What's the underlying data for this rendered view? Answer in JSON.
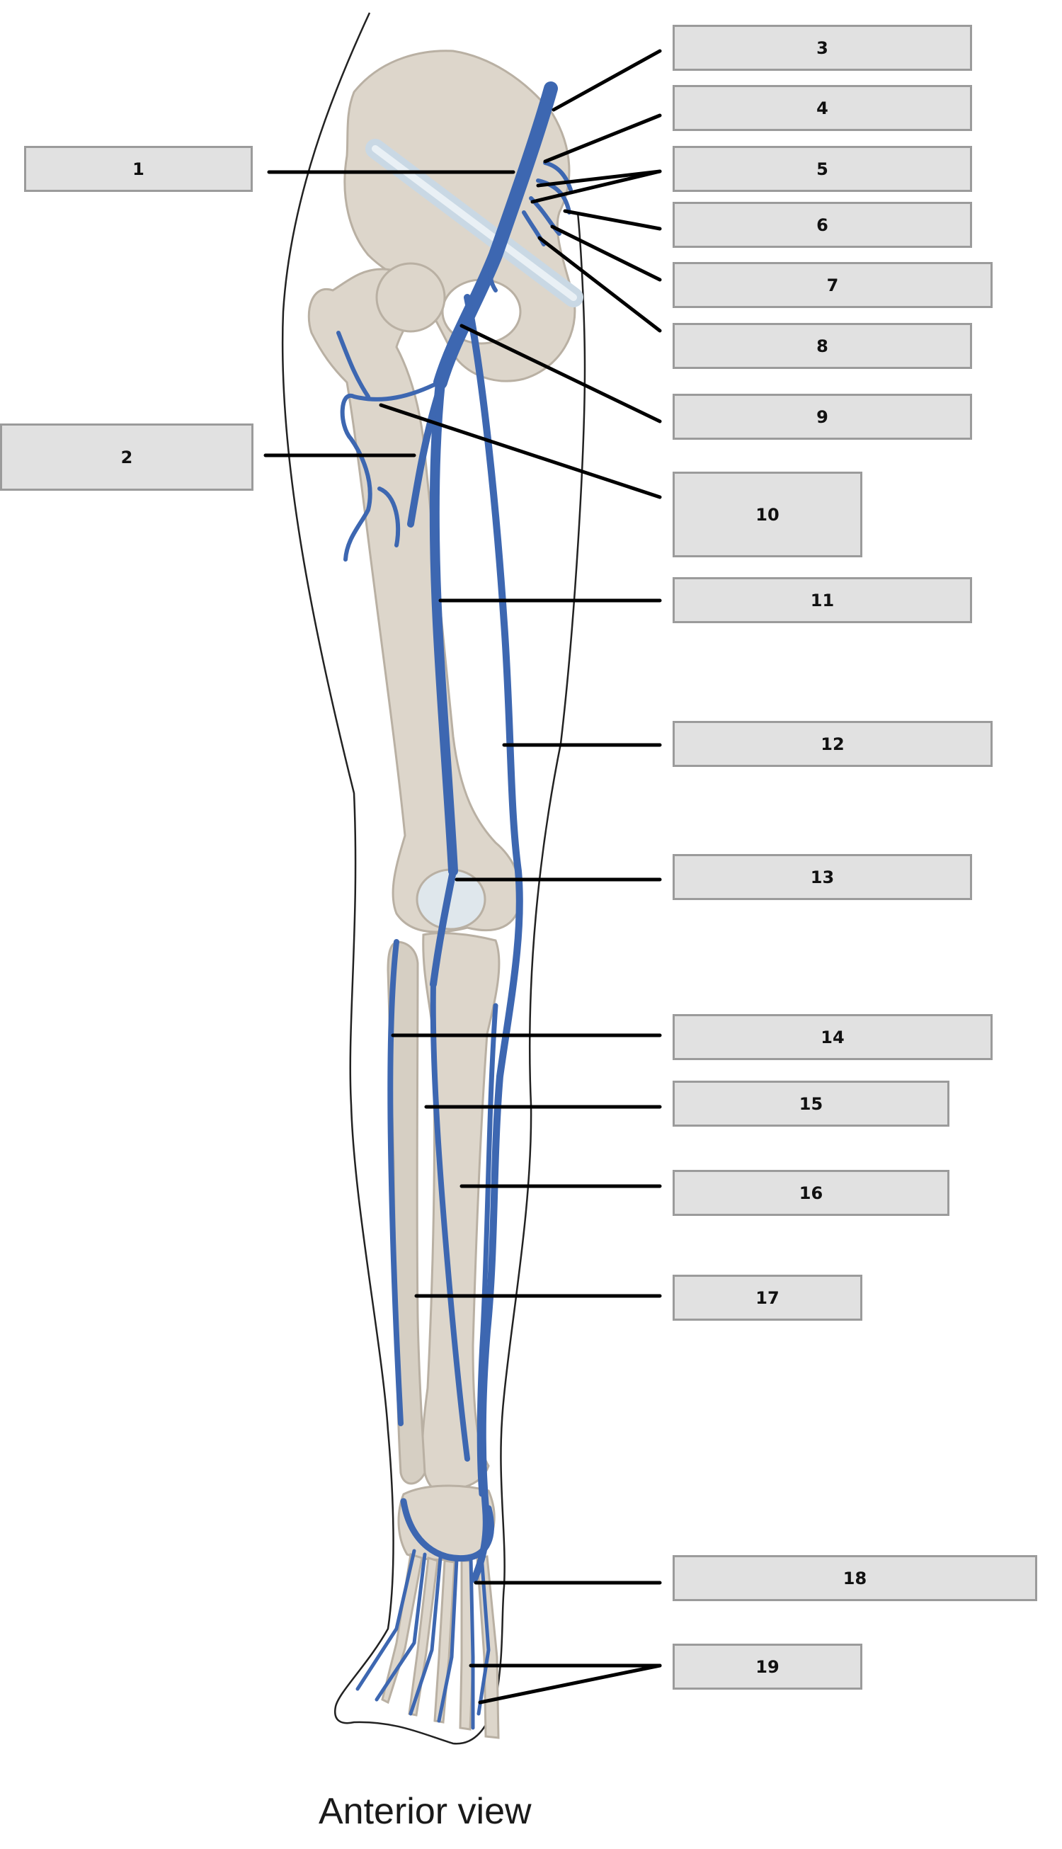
{
  "labels": [
    "1",
    "2",
    "3",
    "4",
    "5",
    "6",
    "7",
    "8",
    "9",
    "10",
    "11",
    "12",
    "13",
    "14",
    "15",
    "16",
    "17",
    "18",
    "19"
  ],
  "caption": "Anterior view",
  "colors": {
    "vein": "#3d67b1",
    "vein_dark": "#2c4f93",
    "bone": "#ddd6cb",
    "bone_outline": "#b9b0a3",
    "ligament": "#c9d8e4",
    "label_fill": "#e1e1e1",
    "label_border": "#9b9b9b",
    "leader": "#000000"
  }
}
